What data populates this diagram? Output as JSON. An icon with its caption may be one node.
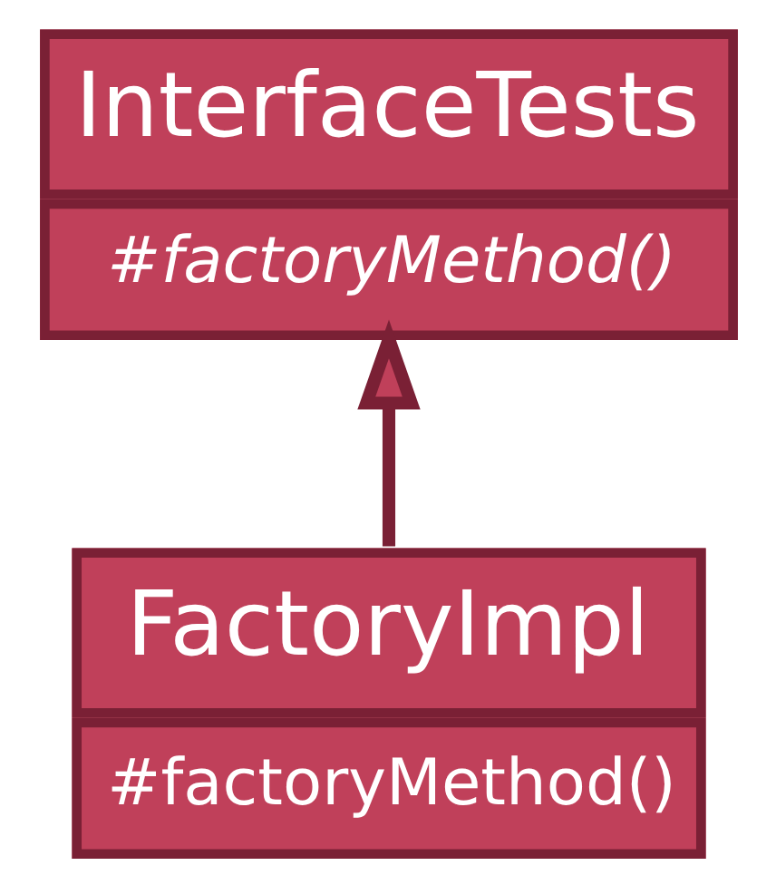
{
  "diagram": {
    "nodes": [
      {
        "text": [
          "InterfaceTests",
          "#factoryMethod()"
        ]
      },
      {
        "text": [
          "FactoryImpl",
          "#factoryMethod()"
        ]
      }
    ],
    "edges": [
      {
        "from": 1,
        "to": 0,
        "arrow": "to"
      }
    ]
  }
}
